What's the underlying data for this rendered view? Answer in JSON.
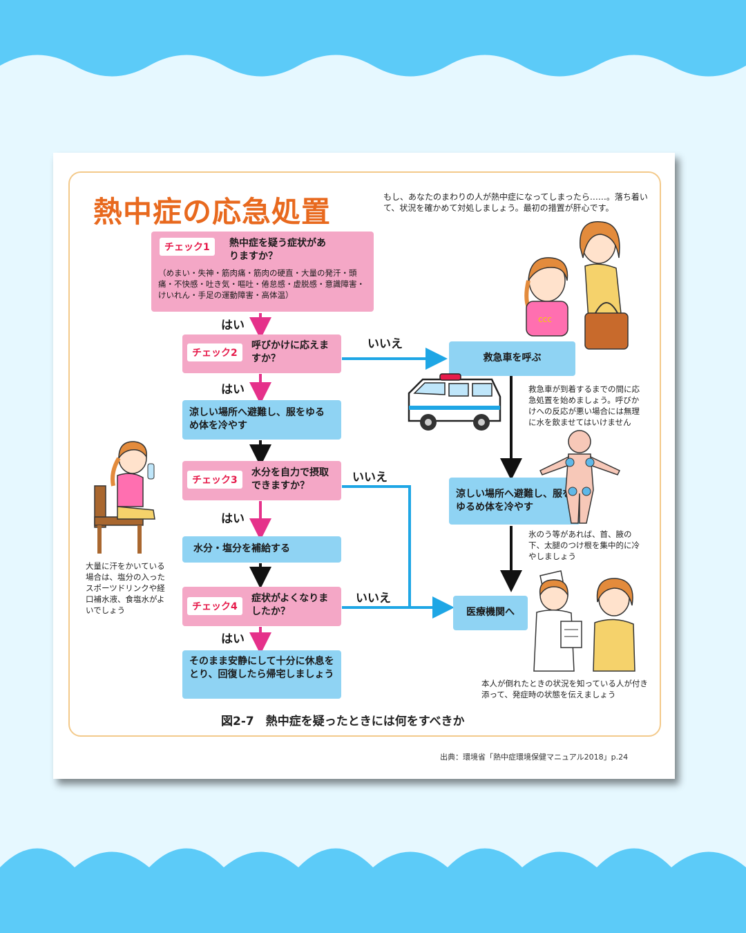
{
  "title": "熱中症の応急処置",
  "intro": "もし、あなたのまわりの人が熱中症になってしまったら……。落ち着いて、状況を確かめて対処しましょう。最初の措置が肝心です。",
  "check1": {
    "badge": "チェック1",
    "question": "熱中症を疑う症状がありますか？",
    "symptoms": "（めまい・失神・筋肉痛・筋肉の硬直・大量の発汗・頭痛・不快感・吐き気・嘔吐・倦怠感・虚脱感・意識障害・けいれん・手足の運動障害・高体温）"
  },
  "check2": {
    "badge": "チェック2",
    "question": "呼びかけに応えますか？"
  },
  "check3": {
    "badge": "チェック3",
    "question": "水分を自力で摂取できますか？"
  },
  "check4": {
    "badge": "チェック4",
    "question": "症状がよくなりましたか？"
  },
  "steps": {
    "cool_left": "涼しい場所へ避難し、服をゆるめ体を冷やす",
    "hydrate": "水分・塩分を補給する",
    "rest": "そのまま安静にして十分に休息をとり、回復したら帰宅しましょう",
    "ambulance": "救急車を呼ぶ",
    "cool_right": "涼しい場所へ避難し、服をゆるめ体を冷やす",
    "hospital": "医療機関へ"
  },
  "labels": {
    "yes": "はい",
    "no": "いいえ"
  },
  "notes": {
    "ambulance_wait": "救急車が到着するまでの間に応急処置を始めましょう。呼びかけへの反応が悪い場合には無理に水を飲ませてはいけません",
    "ice": "氷のう等があれば、首、腋の下、太腿のつけ根を集中的に冷やしましょう",
    "sweat": "大量に汗をかいている場合は、塩分の入ったスポーツドリンクや経口補水液、食塩水がよいでしょう",
    "hospital_info": "本人が倒れたときの状況を知っている人が付き添って、発症時の状態を伝えましょう"
  },
  "caption": "図2-7　熱中症を疑ったときには何をすべきか",
  "source": "出典：環境省「熱中症環境保健マニュアル2018」p.24",
  "colors": {
    "background": "#e6f8ff",
    "wave": "#5ccbf8",
    "title": "#e8691e",
    "pink_box": "#f4a7c6",
    "blue_box": "#8fd3f3",
    "yes_arrow": "#e5318a",
    "no_arrow": "#1ea6e5",
    "frame": "#f3c98a"
  },
  "icons": [
    "ambulance-icon",
    "sick-child-icon",
    "caregiver-icon",
    "drinking-child-icon",
    "body-cooling-icon",
    "nurse-icon",
    "parent-icon"
  ]
}
